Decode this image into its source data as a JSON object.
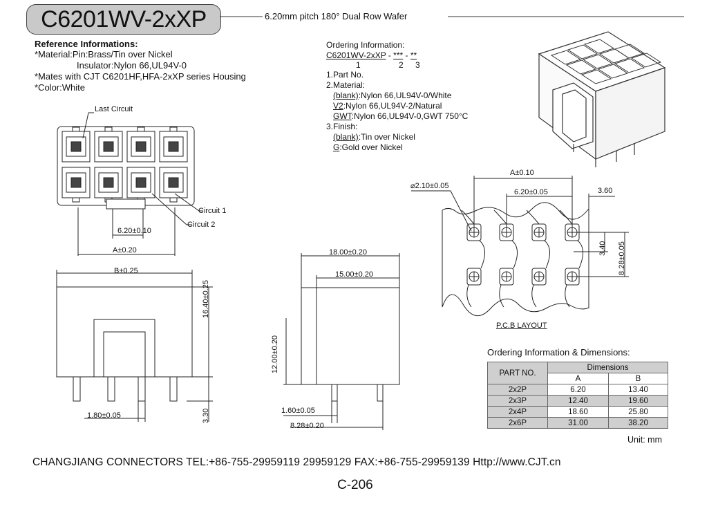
{
  "header": {
    "part_title": "C6201WV-2xXP",
    "subtitle": "6.20mm pitch 180° Dual Row Wafer"
  },
  "reference": {
    "heading": "Reference Informations:",
    "lines": [
      "*Material:Pin:Brass/Tin over Nickel",
      "Insulator:Nylon 66,UL94V-0",
      "*Mates with CJT C6201HF,HFA-2xXP series Housing",
      "*Color:White"
    ]
  },
  "ordering": {
    "heading": "Ordering Information:",
    "code_part": "C6201WV-2xXP",
    "code_sep1": " - ",
    "code_mat": "***",
    "code_sep2": " - ",
    "code_fin": "**",
    "idx1": "1",
    "idx2": "2",
    "idx3": "3",
    "l1": "1.Part No.",
    "l2": "2.Material:",
    "m1_key": "(blank)",
    "m1_val": ":Nylon 66,UL94V-0/White",
    "m2_key": "V2",
    "m2_val": ":Nylon 66,UL94V-2/Natural",
    "m3_key": "GWT",
    "m3_val": ":Nylon 66,UL94V-0,GWT 750°C",
    "l3": "3.Finish:",
    "f1_key": "(blank)",
    "f1_val": ":Tin over Nickel",
    "f2_key": "G",
    "f2_val": ":Gold over Nickel"
  },
  "front_view": {
    "last_circuit": "Last Circuit",
    "circuit1": "Circuit 1",
    "circuit2": "Circuit 2",
    "dim_pitch": "6.20±0.10",
    "dim_a": "A±0.20"
  },
  "side_view": {
    "dim_b": "B±0.25",
    "dim_h": "16.40±0.25",
    "dim_pin": "3.30",
    "dim_w": "1.80±0.05"
  },
  "end_view": {
    "dim_18": "18.00±0.20",
    "dim_15": "15.00±0.20",
    "dim_12": "12.00±0.20",
    "dim_160": "1.60±0.05",
    "dim_828": "8.28±0.20"
  },
  "pcb": {
    "dim_a": "A±0.10",
    "dim_hole": "⌀2.10±0.05",
    "dim_pitch": "6.20±0.05",
    "dim_360": "3.60",
    "dim_340": "3.40",
    "dim_828": "8.28±0.05",
    "caption": "P.C.B LAYOUT"
  },
  "dims_table": {
    "title": "Ordering Information & Dimensions:",
    "col_part": "PART NO.",
    "col_dim": "Dimensions",
    "col_a": "A",
    "col_b": "B",
    "rows": [
      {
        "part": "2x2P",
        "a": "6.20",
        "b": "13.40"
      },
      {
        "part": "2x3P",
        "a": "12.40",
        "b": "19.60"
      },
      {
        "part": "2x4P",
        "a": "18.60",
        "b": "25.80"
      },
      {
        "part": "2x6P",
        "a": "31.00",
        "b": "38.20"
      }
    ],
    "unit": "Unit: mm"
  },
  "footer": {
    "contact": "CHANGJIANG CONNECTORS  TEL:+86-755-29959119 29959129  FAX:+86-755-29959139 Http://www.CJT.cn",
    "page": "C-206"
  }
}
